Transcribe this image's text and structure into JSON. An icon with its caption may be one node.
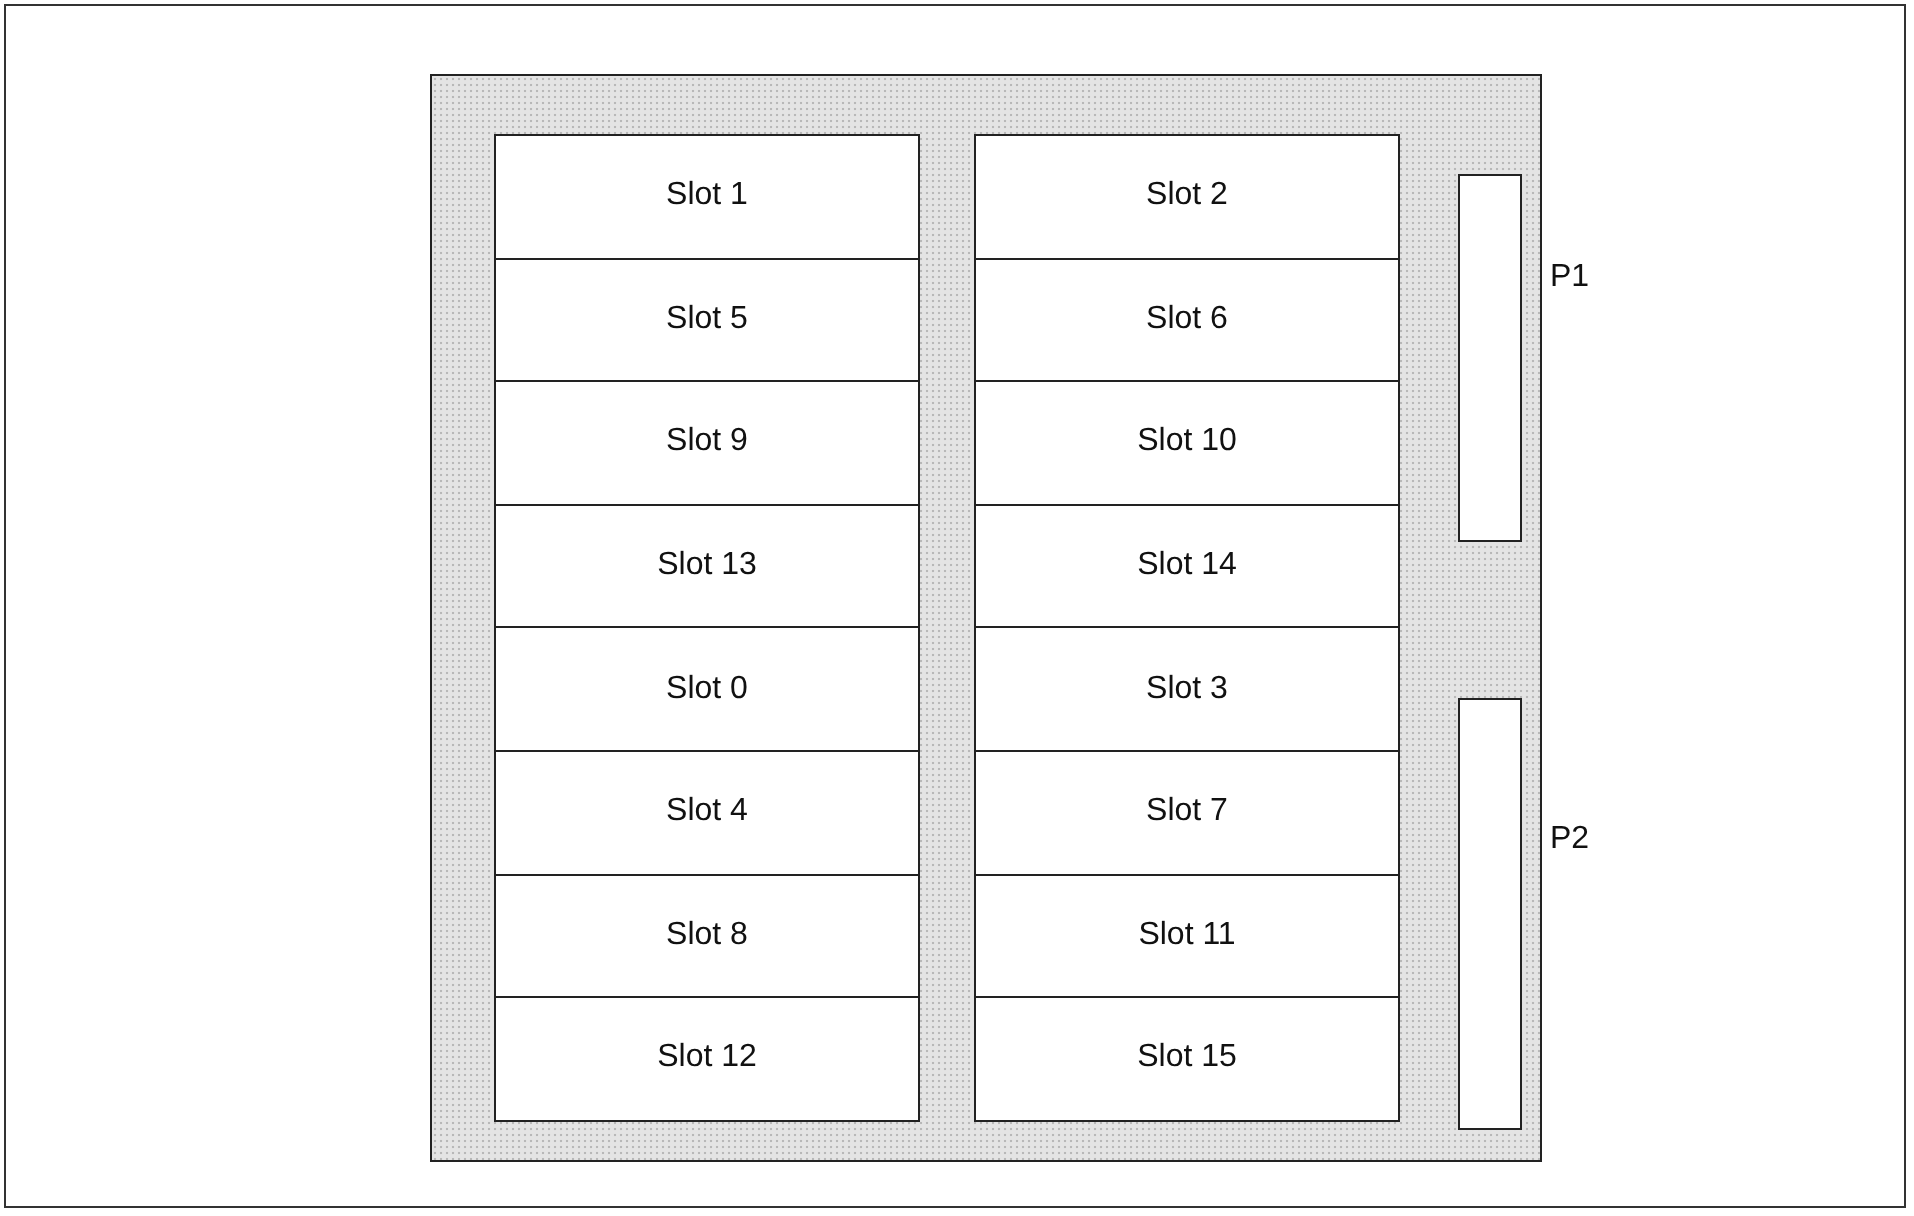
{
  "diagram": {
    "nodes": [
      {
        "text": [],
        "shape": "box"
      },
      {
        "text": [
          "Slot 1"
        ],
        "in": 0
      },
      {
        "text": [
          "Slot 2"
        ],
        "in": 0
      },
      {
        "text": [
          "Slot 5"
        ],
        "in": 0
      },
      {
        "text": [
          "Slot 6"
        ],
        "in": 0
      },
      {
        "text": [
          "Slot 9"
        ],
        "in": 0
      },
      {
        "text": [
          "Slot 10"
        ],
        "in": 0
      },
      {
        "text": [
          "Slot 13"
        ],
        "in": 0
      },
      {
        "text": [
          "Slot 14"
        ],
        "in": 0
      },
      {
        "text": [
          "Slot 0"
        ],
        "in": 0
      },
      {
        "text": [
          "Slot 3"
        ],
        "in": 0
      },
      {
        "text": [
          "Slot 4"
        ],
        "in": 0
      },
      {
        "text": [
          "Slot 7"
        ],
        "in": 0
      },
      {
        "text": [
          "Slot 8"
        ],
        "in": 0
      },
      {
        "text": [
          "Slot 11"
        ],
        "in": 0
      },
      {
        "text": [
          "Slot 12"
        ],
        "in": 0
      },
      {
        "text": [
          "Slot 15"
        ],
        "in": 0
      },
      {
        "text": [],
        "shape": "bar",
        "in": 0,
        "beside": [
          "P1"
        ]
      },
      {
        "text": [],
        "shape": "bar",
        "in": 0,
        "beside": [
          "P2"
        ]
      }
    ],
    "edges": []
  }
}
